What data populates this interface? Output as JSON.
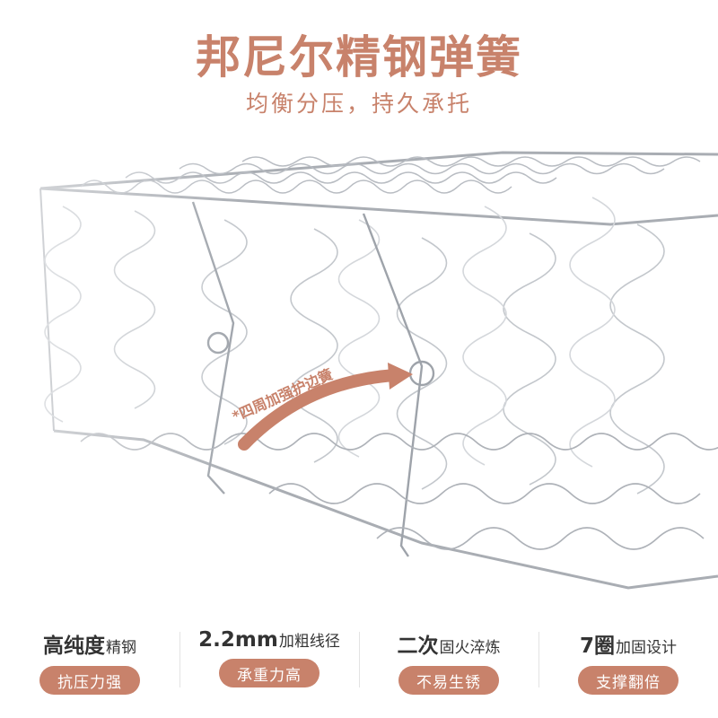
{
  "header": {
    "title": "邦尼尔精钢弹簧",
    "subtitle": "均衡分压，持久承托"
  },
  "annotation": {
    "label": "*四周加强护边簧"
  },
  "colors": {
    "accent": "#c8826b",
    "text": "#333333"
  },
  "features": [
    {
      "strong": "高纯度",
      "light": "精钢",
      "badge": "抗压力强"
    },
    {
      "strong": "2.2mm",
      "light": "加粗线径",
      "badge": "承重力高"
    },
    {
      "strong": "二次",
      "light": "固火淬炼",
      "badge": "不易生锈"
    },
    {
      "strong": "7圈",
      "light": "加固设计",
      "badge": "支撑翻倍"
    }
  ]
}
